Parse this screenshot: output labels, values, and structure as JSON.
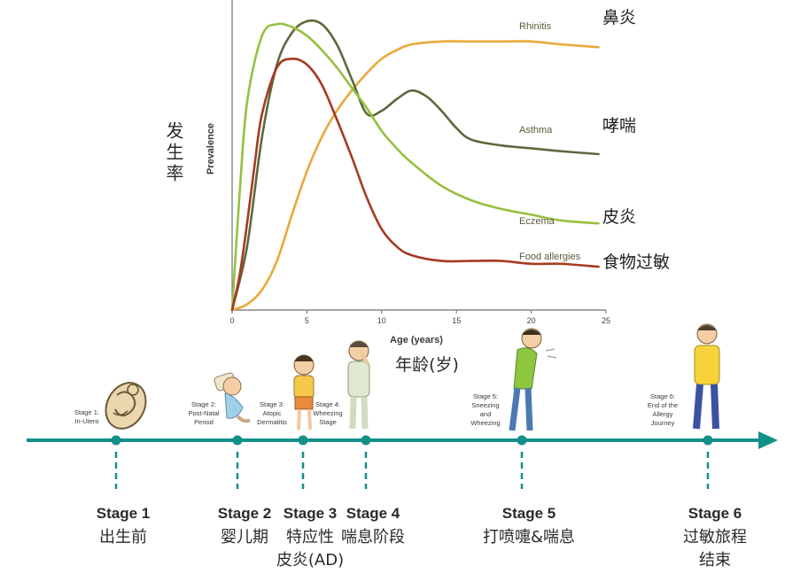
{
  "chart_data": {
    "type": "line",
    "ylabel": "Prevalence",
    "ylabel_zh": "发生率",
    "xlabel": "Age (years)",
    "xlabel_zh": "年龄(岁)",
    "xlim": [
      0,
      25
    ],
    "ylim": [
      0,
      100
    ],
    "xticks": [
      "0",
      "5",
      "10",
      "15",
      "20",
      "25"
    ],
    "grid": false,
    "series": [
      {
        "name": "Rhinitis",
        "name_zh": "鼻炎",
        "color": "#e9a93a",
        "x": [
          0,
          1,
          2,
          3,
          4,
          5,
          6,
          7,
          8,
          9,
          10,
          11,
          12,
          14,
          16,
          18,
          20,
          22,
          24.5
        ],
        "y": [
          0,
          2,
          7,
          17,
          33,
          48,
          60,
          69,
          76,
          82,
          87,
          90,
          92,
          93,
          93,
          93,
          93,
          92,
          91
        ]
      },
      {
        "name": "Asthma",
        "name_zh": "哮喘",
        "color": "#5c6a3c",
        "x": [
          0,
          1,
          2,
          3,
          4,
          5,
          6,
          7,
          8,
          9,
          10,
          11,
          12,
          13,
          14,
          15,
          16,
          18,
          20,
          22,
          24.5
        ],
        "y": [
          0,
          22,
          60,
          85,
          96,
          100,
          99,
          92,
          80,
          68,
          69,
          73,
          76,
          74,
          69,
          63,
          59,
          57,
          56,
          55,
          54
        ]
      },
      {
        "name": "Eczema",
        "name_zh": "皮炎",
        "color": "#97c03e",
        "x": [
          0,
          0.5,
          1,
          2,
          3,
          4,
          5,
          6,
          7,
          8,
          9,
          10,
          11,
          12,
          14,
          16,
          18,
          20,
          22,
          24.5
        ],
        "y": [
          0,
          40,
          72,
          95,
          99,
          98,
          95,
          90,
          84,
          77,
          70,
          62,
          56,
          51,
          43,
          38,
          35,
          33,
          31,
          30
        ]
      },
      {
        "name": "Food allergies",
        "name_zh": "食物过敏",
        "color": "#a63a23",
        "x": [
          0,
          0.5,
          1,
          1.5,
          2,
          3,
          4,
          5,
          6,
          7,
          8,
          9,
          10,
          11,
          12,
          14,
          16,
          18,
          20,
          22,
          24.5
        ],
        "y": [
          0,
          12,
          30,
          50,
          68,
          84,
          87,
          85,
          78,
          66,
          53,
          39,
          28,
          22,
          19,
          17,
          17,
          17,
          16,
          16,
          15
        ]
      }
    ]
  },
  "timeline": {
    "stages": [
      {
        "small": [
          "Stage 1:",
          "In-Utero"
        ],
        "title": "Stage 1",
        "zh": [
          "出生前"
        ]
      },
      {
        "small": [
          "Stage 2:",
          "Post-Natal",
          "Period"
        ],
        "title": "Stage 2",
        "zh": [
          "婴儿期"
        ]
      },
      {
        "small": [
          "Stage 3:",
          "Atopic",
          "Dermatitis"
        ],
        "title": "Stage 3",
        "zh": [
          "特应性",
          "皮炎(AD)"
        ]
      },
      {
        "small": [
          "Stage 4:",
          "Wheezing",
          "Stage"
        ],
        "title": "Stage 4",
        "zh": [
          "喘息阶段"
        ]
      },
      {
        "small": [
          "Stage 5:",
          "Sneezing",
          "and",
          "Wheezing"
        ],
        "title": "Stage 5",
        "zh": [
          "打喷嚏&喘息"
        ]
      },
      {
        "small": [
          "Stage 6:",
          "End of the",
          "Allergy",
          "Journey"
        ],
        "title": "Stage 6",
        "zh": [
          "过敏旅程",
          "结束"
        ]
      }
    ]
  },
  "colors": {
    "axis": "#6e6e6e",
    "timeline": "#13908a",
    "text": "#2b2b2b"
  }
}
